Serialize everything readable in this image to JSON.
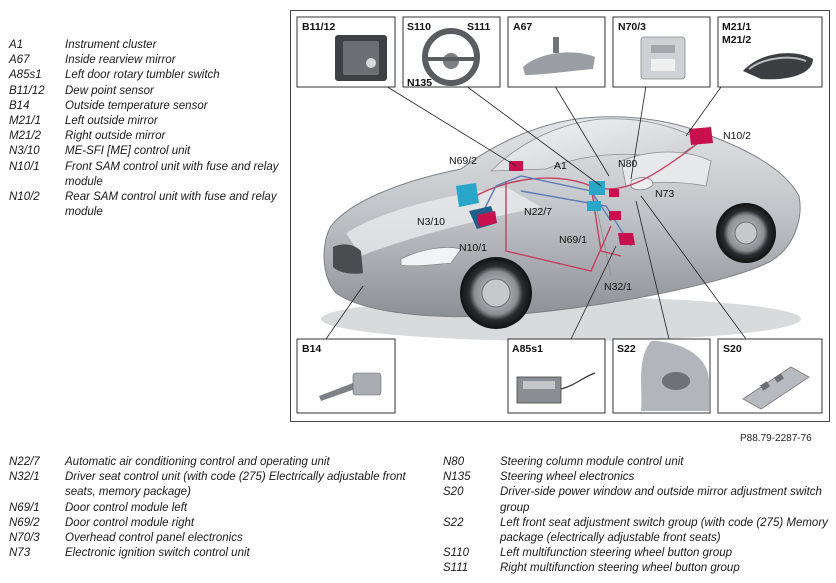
{
  "legend_top": [
    {
      "code": "A1",
      "desc": "Instrument cluster"
    },
    {
      "code": "A67",
      "desc": "Inside rearview mirror"
    },
    {
      "code": "A85s1",
      "desc": "Left door rotary tumbler switch"
    },
    {
      "code": "B11/12",
      "desc": "Dew point sensor"
    },
    {
      "code": "B14",
      "desc": "Outside temperature sensor"
    },
    {
      "code": "M21/1",
      "desc": "Left outside mirror"
    },
    {
      "code": "M21/2",
      "desc": "Right outside mirror"
    },
    {
      "code": "N3/10",
      "desc": "ME-SFI [ME] control unit"
    },
    {
      "code": "N10/1",
      "desc": "Front SAM control unit with fuse and relay module"
    },
    {
      "code": "N10/2",
      "desc": "Rear SAM control unit with fuse and relay module"
    }
  ],
  "legend_bottom_left": [
    {
      "code": "N22/7",
      "desc": "Automatic air conditioning control and operating unit"
    },
    {
      "code": "N32/1",
      "desc": "Driver seat control unit (with code (275) Electrically adjustable front seats, memory package)"
    },
    {
      "code": "N69/1",
      "desc": "Door control module left"
    },
    {
      "code": "N69/2",
      "desc": "Door control module right"
    },
    {
      "code": "N70/3",
      "desc": "Overhead control panel electronics"
    },
    {
      "code": "N73",
      "desc": "Electronic ignition switch control unit"
    }
  ],
  "legend_bottom_right": [
    {
      "code": "N80",
      "desc": "Steering column module control unit"
    },
    {
      "code": "N135",
      "desc": "Steering wheel electronics"
    },
    {
      "code": "S20",
      "desc": "Driver-side power window and outside mirror adjustment switch group"
    },
    {
      "code": "S22",
      "desc": "Left front seat adjustment switch group (with code (275) Memory package (electrically adjustable front seats)"
    },
    {
      "code": "S110",
      "desc": "Left multifunction steering wheel button group"
    },
    {
      "code": "S111",
      "desc": "Right multifunction steering wheel button group"
    }
  ],
  "figure_ref": "P88.79-2287-76",
  "insets": {
    "b11_12": "B11/12",
    "s110": "S110",
    "s111": "S111",
    "n135": "N135",
    "a67": "A67",
    "n70_3": "N70/3",
    "m21_1": "M21/1",
    "m21_2": "M21/2",
    "b14": "B14",
    "a85s1": "A85s1",
    "s22": "S22",
    "s20": "S20"
  },
  "callouts": {
    "n69_2": "N69/2",
    "a1": "A1",
    "n80": "N80",
    "n10_2": "N10/2",
    "n73": "N73",
    "n3_10": "N3/10",
    "n22_7": "N22/7",
    "n10_1": "N10/1",
    "n69_1": "N69/1",
    "n32_1": "N32/1"
  },
  "colors": {
    "component_cyan": "#2aa6c9",
    "component_magenta": "#c8104f",
    "wiring_red": "#c44060",
    "wiring_blue": "#5c7cb8",
    "car_silver": "#b9bcc0"
  }
}
